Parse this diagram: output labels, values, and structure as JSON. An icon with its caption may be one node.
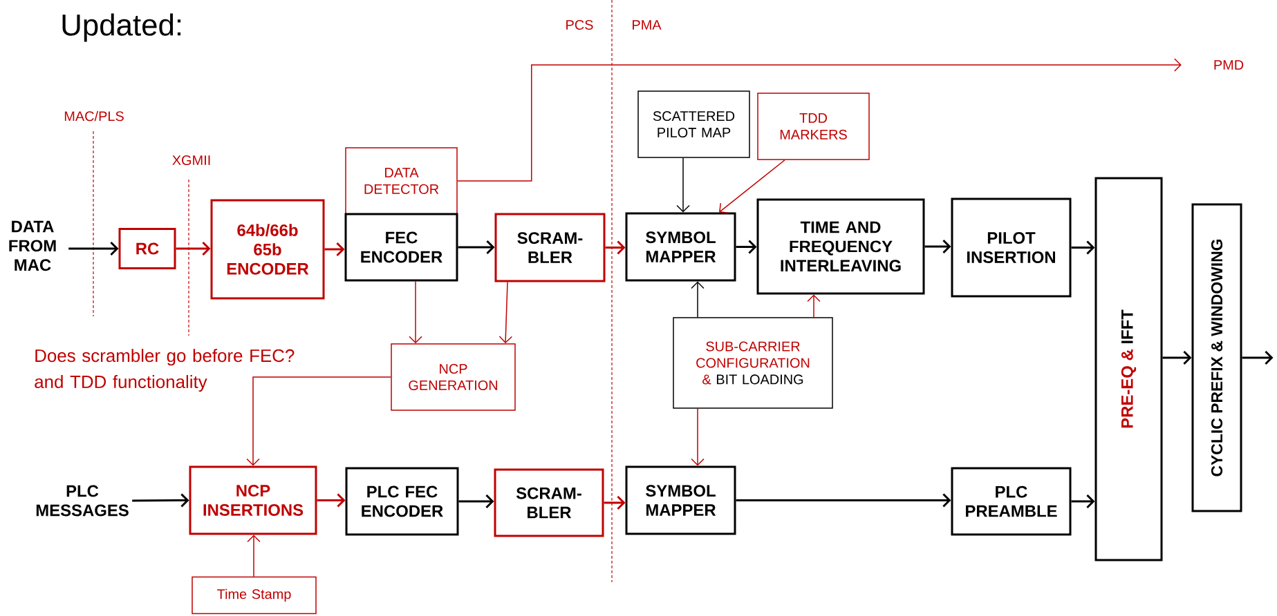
{
  "diagram": {
    "title": "Updated:",
    "nodes": [
      {
        "text": [
          "DATA FROM MAC"
        ]
      },
      {
        "text": [
          "RC"
        ]
      },
      {
        "text": [
          "64b/66b 65b ENCODER"
        ]
      },
      {
        "text": [
          "DATA DETECTOR"
        ]
      },
      {
        "text": [
          "FEC ENCODER"
        ]
      },
      {
        "text": [
          "SCRAM- BLER"
        ]
      },
      {
        "text": [
          "SCATTERED PILOT MAP"
        ]
      },
      {
        "text": [
          "TDD MARKERS"
        ]
      },
      {
        "text": [
          "SYMBOL MAPPER"
        ]
      },
      {
        "text": [
          "TIME AND FREQUENCY INTERLEAVING"
        ]
      },
      {
        "text": [
          "PILOT INSERTION"
        ]
      },
      {
        "text": [
          "PRE-EQ &",
          "IFFT"
        ]
      },
      {
        "text": [
          "CYCLIC PREFIX & WINDOWING"
        ]
      },
      {
        "text": [
          "SUB-CARRIER CONFIGURATION &",
          "BIT LOADING"
        ]
      },
      {
        "text": [
          "NCP GENERATION"
        ]
      },
      {
        "text": [
          "PLC MESSAGES"
        ]
      },
      {
        "text": [
          "NCP INSERTIONS"
        ]
      },
      {
        "text": [
          "PLC FEC ENCODER"
        ]
      },
      {
        "text": [
          "SCRAM- BLER"
        ]
      },
      {
        "text": [
          "SYMBOL MAPPER"
        ]
      },
      {
        "text": [
          "PLC PREAMBLE"
        ]
      },
      {
        "text": [
          "Time Stamp"
        ]
      },
      {
        "text": [
          "PMD"
        ]
      }
    ],
    "edges": [
      {
        "from": 0,
        "to": 1,
        "arrow": "to"
      },
      {
        "from": 1,
        "to": 2,
        "arrow": "to",
        "color": "#c00000"
      },
      {
        "from": 2,
        "to": 4,
        "arrow": "to",
        "color": "#c00000"
      },
      {
        "from": 4,
        "to": 5,
        "arrow": "to"
      },
      {
        "from": 5,
        "to": 8,
        "arrow": "to",
        "color": "#c00000"
      },
      {
        "from": 3,
        "to": 22,
        "arrow": "to",
        "color": "#c00000"
      },
      {
        "from": 6,
        "to": 8,
        "arrow": "to"
      },
      {
        "from": 7,
        "to": 8,
        "arrow": "to",
        "color": "#c00000"
      },
      {
        "from": 8,
        "to": 9,
        "arrow": "to"
      },
      {
        "from": 9,
        "to": 10,
        "arrow": "to"
      },
      {
        "from": 10,
        "to": 11,
        "arrow": "to"
      },
      {
        "from": 11,
        "to": 12,
        "arrow": "to"
      },
      {
        "from": 12,
        "to": null,
        "arrow": "to"
      },
      {
        "from": 13,
        "to": 8,
        "arrow": "to"
      },
      {
        "from": 13,
        "to": 9,
        "arrow": "to",
        "color": "#c00000"
      },
      {
        "from": 13,
        "to": 19,
        "arrow": "to",
        "color": "#c00000"
      },
      {
        "from": 4,
        "to": 14,
        "arrow": "to",
        "color": "#c00000"
      },
      {
        "from": 5,
        "to": 14,
        "arrow": "to",
        "color": "#c00000"
      },
      {
        "from": 14,
        "to": 16,
        "arrow": "to",
        "color": "#c00000"
      },
      {
        "from": 15,
        "to": 16,
        "arrow": "to"
      },
      {
        "from": 16,
        "to": 17,
        "arrow": "to",
        "color": "#c00000"
      },
      {
        "from": 17,
        "to": 18,
        "arrow": "to"
      },
      {
        "from": 18,
        "to": 19,
        "arrow": "to",
        "color": "#c00000"
      },
      {
        "from": 19,
        "to": 20,
        "arrow": "to"
      },
      {
        "from": 20,
        "to": 11,
        "arrow": "to"
      },
      {
        "from": 21,
        "to": 16,
        "arrow": "to",
        "color": "#c00000"
      }
    ],
    "labels": [
      "MAC/PLS",
      "XGMII",
      "PCS",
      "PMA",
      "Does scrambler go before FEC? and TDD functionality"
    ]
  }
}
